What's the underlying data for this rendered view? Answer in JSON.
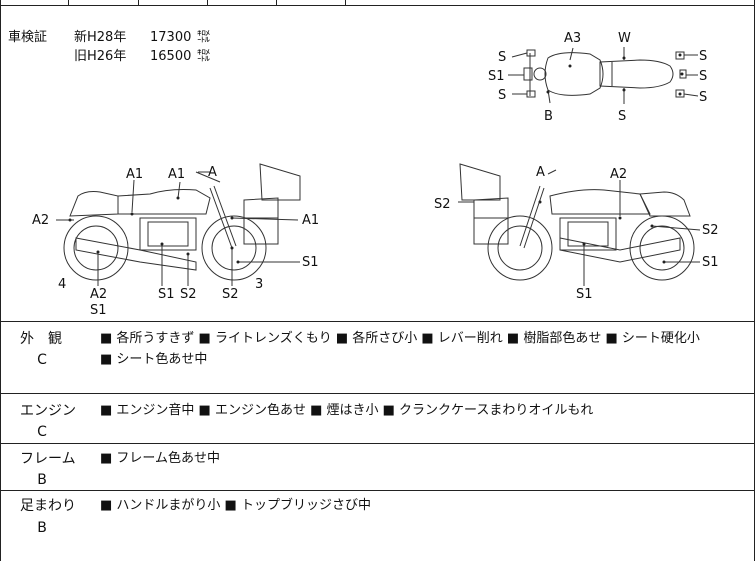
{
  "inspection": {
    "title": "車検証",
    "new_era": "新H28年",
    "new_km": "17300",
    "old_era": "旧H26年",
    "old_km": "16500",
    "unit": "㌖"
  },
  "damage_codes": {
    "top": [
      "A3",
      "W",
      "S",
      "S1",
      "S",
      "B",
      "S",
      "S",
      "S",
      "S"
    ],
    "left": [
      "A1",
      "A1",
      "A",
      "A2",
      "A1",
      "4",
      "A2",
      "S1",
      "S1",
      "S2",
      "S2",
      "3",
      "S1"
    ],
    "right": [
      "A",
      "A2",
      "S2",
      "S2",
      "S1",
      "S1"
    ]
  },
  "sections": [
    {
      "name": "外　観",
      "grade": "C",
      "lines": [
        "■ 各所うすきず ■ ライトレンズくもり ■ 各所さび小 ■ レバー削れ ■ 樹脂部色あせ ■ シート硬化小",
        "■ シート色あせ中"
      ]
    },
    {
      "name": "エンジン",
      "grade": "C",
      "lines": [
        "■ エンジン音中 ■ エンジン色あせ ■ 煙はき小 ■ クランクケースまわりオイルもれ"
      ]
    },
    {
      "name": "フレーム",
      "grade": "B",
      "lines": [
        "■ フレーム色あせ中"
      ]
    },
    {
      "name": "足まわり",
      "grade": "B",
      "lines": [
        "■ ハンドルまがり小 ■ トップブリッジさび中"
      ]
    }
  ]
}
